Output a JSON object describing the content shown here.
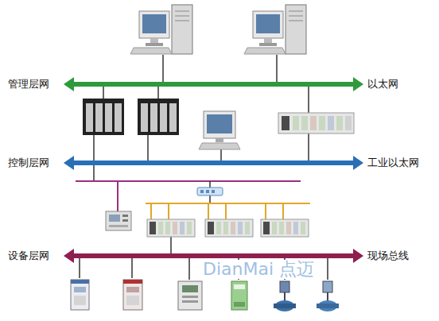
{
  "diagram": {
    "labels": [
      "管理层网",
      "以太网",
      "控制层网",
      "工业以太网",
      "设备层网",
      "现场总线",
      "DianMai 点迈"
    ]
  }
}
